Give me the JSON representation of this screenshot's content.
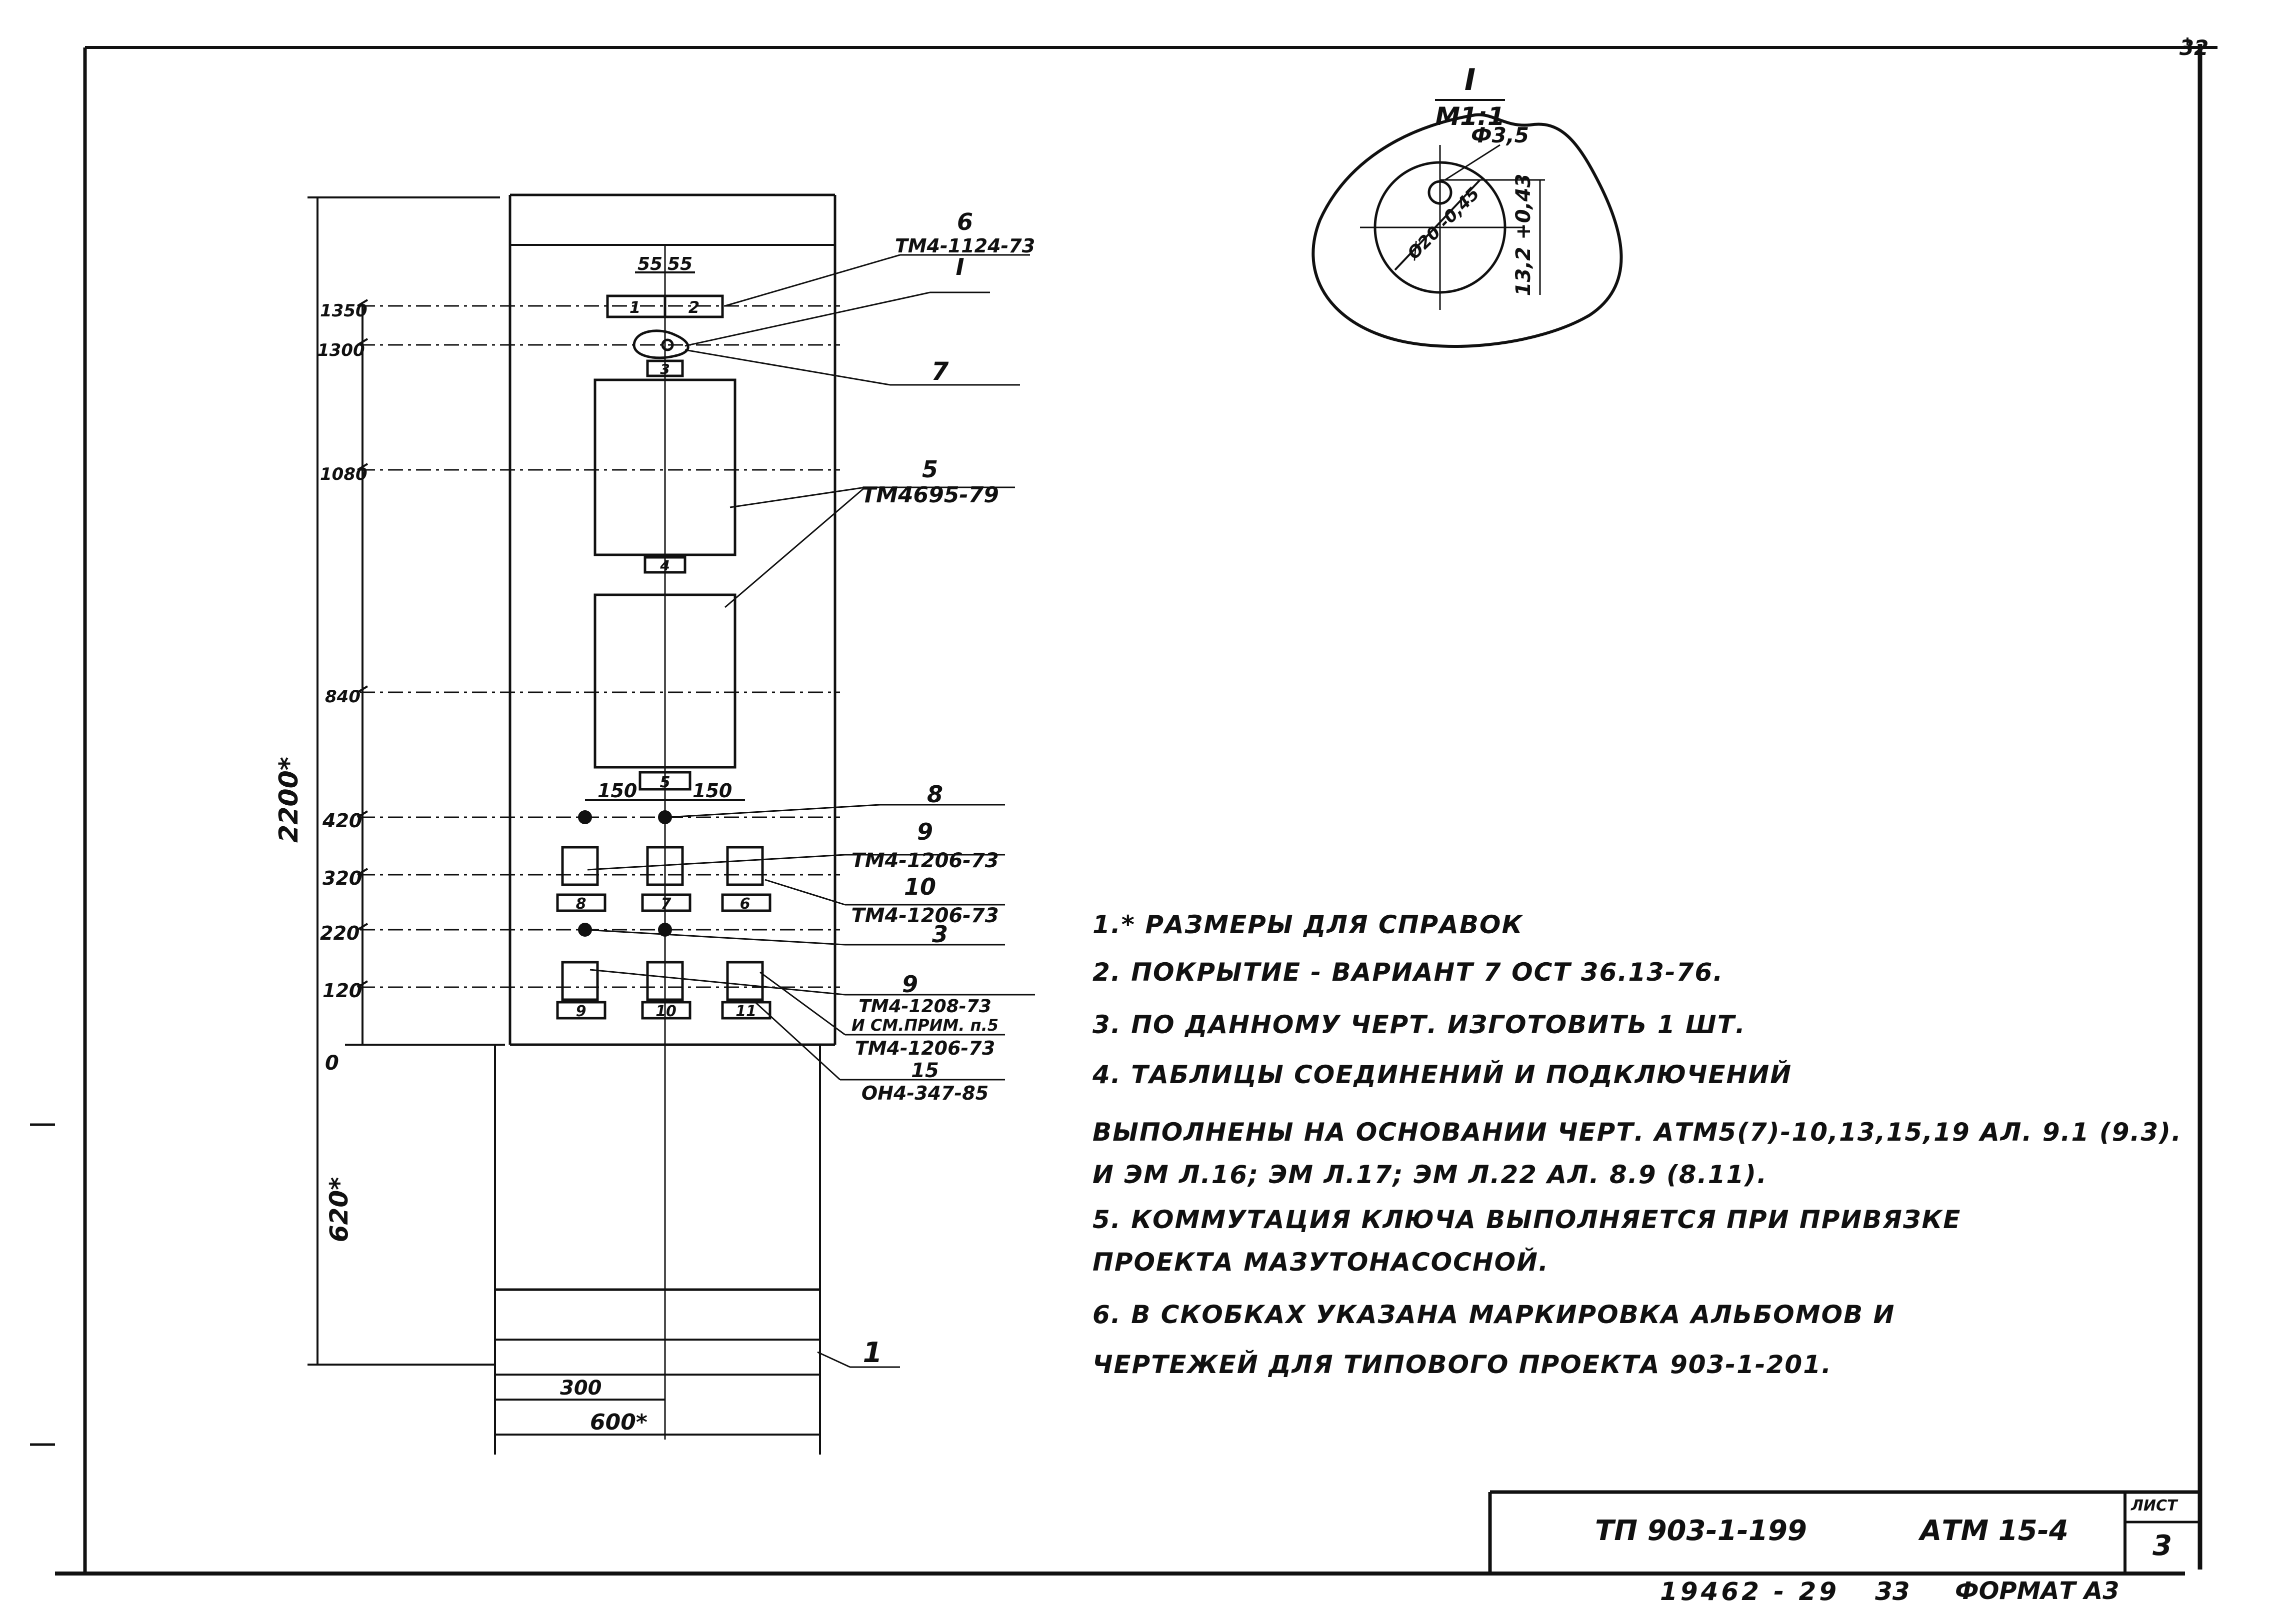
{
  "sheet_corner": "32",
  "detail": {
    "title": "I",
    "scale": "М1:1",
    "hole_dia": "Ф3,5",
    "dim_a": "Ø20 -0,45",
    "dim_b": "13,2 +0,43"
  },
  "levels": [
    "1350",
    "1300",
    "1080",
    "840",
    "420",
    "320",
    "220",
    "120",
    "0"
  ],
  "dims": {
    "height": "2200*",
    "below": "620*",
    "half_width": "300",
    "width": "600*",
    "pitch_top_a": "55",
    "pitch_top_b": "55",
    "pitch_a": "150",
    "pitch_b": "150"
  },
  "element_numbers": [
    "1",
    "2",
    "3",
    "4",
    "5",
    "6",
    "7",
    "8",
    "9",
    "10",
    "11"
  ],
  "callouts": [
    {
      "pos": "6",
      "ref": "ТМ4-1124-73"
    },
    {
      "pos": "I",
      "ref": ""
    },
    {
      "pos": "7",
      "ref": ""
    },
    {
      "pos": "5",
      "ref": "ТМ4695-79"
    },
    {
      "pos": "8",
      "ref": ""
    },
    {
      "pos": "9",
      "ref": "ТМ4-1206-73"
    },
    {
      "pos": "10",
      "ref": "ТМ4-1206-73"
    },
    {
      "pos": "3",
      "ref": ""
    },
    {
      "pos": "9",
      "ref": "ТМ4-1208-73"
    },
    {
      "pos": "",
      "ref": "И СМ.ПРИМ. п.5"
    },
    {
      "pos": "",
      "ref": "ТМ4-1206-73"
    },
    {
      "pos": "15",
      "ref": "ОН4-347-85"
    },
    {
      "pos": "1",
      "ref": ""
    }
  ],
  "notes": [
    "1.* РАЗМЕРЫ ДЛЯ СПРАВОК",
    "2.  ПОКРЫТИЕ - ВАРИАНТ 7 ОСТ 36.13-76.",
    "3.  ПО ДАННОМУ ЧЕРТ. ИЗГОТОВИТЬ 1 ШТ.",
    "4.  ТАБЛИЦЫ СОЕДИНЕНИЙ И ПОДКЛЮЧЕНИЙ",
    "     ВЫПОЛНЕНЫ НА ОСНОВАНИИ ЧЕРТ. АТМ5(7)-10,13,15,19 АЛ. 9.1 (9.3).",
    "     И ЭМ Л.16; ЭМ Л.17; ЭМ Л.22 АЛ. 8.9 (8.11).",
    "5. КОММУТАЦИЯ КЛЮЧА ВЫПОЛНЯЕТСЯ ПРИ ПРИВЯЗКЕ",
    "     ПРОЕКТА МАЗУТОНАСОСНОЙ.",
    "6. В СКОБКАХ УКАЗАНА МАРКИРОВКА АЛЬБОМОВ И",
    "     ЧЕРТЕЖЕЙ ДЛЯ ТИПОВОГО ПРОЕКТА 903-1-201."
  ],
  "title_block": {
    "project": "ТП 903-1-199",
    "code": "АТМ 15-4",
    "sheet_label": "ЛИСТ",
    "sheet_no": "3"
  },
  "footer": {
    "inventory": "19462 - 29",
    "copy": "33",
    "format": "ФОРМАТ А3"
  }
}
